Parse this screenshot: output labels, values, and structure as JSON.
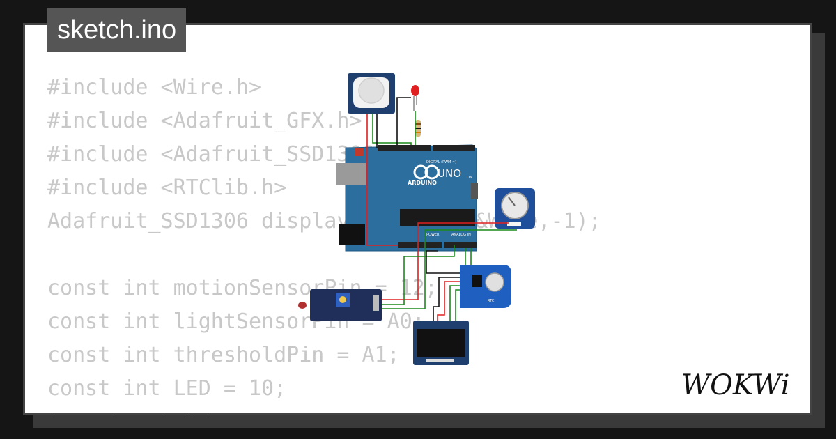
{
  "file_tab": {
    "label": "sketch.ino"
  },
  "code_lines": [
    "#include <Wire.h>",
    "#include <Adafruit_GFX.h>",
    "#include <Adafruit_SSD1306.h>",
    "#include <RTClib.h>",
    "Adafruit_SSD1306 display(128, 64, &Wire,-1);",
    "",
    "const int motionSensorPin = 12;",
    "const int lightSensorPin = A0;",
    "const int thresholdPin = A1;",
    "const int LED = 10;",
    "int threshold;"
  ],
  "board": {
    "model": "UNO",
    "brand": "ARDUINO",
    "digital_label": "DIGITAL (PWM ~)",
    "analog_label": "ANALOG IN",
    "power_label": "POWER",
    "on_label": "ON"
  },
  "rtc": {
    "label": "RTC"
  },
  "brand_logo": {
    "text": "WOKWi"
  },
  "colors": {
    "board": "#2c6e9e",
    "module": "#1f4e9a",
    "wire_red": "#e02020",
    "wire_green": "#1a8a1a",
    "wire_black": "#111111"
  }
}
